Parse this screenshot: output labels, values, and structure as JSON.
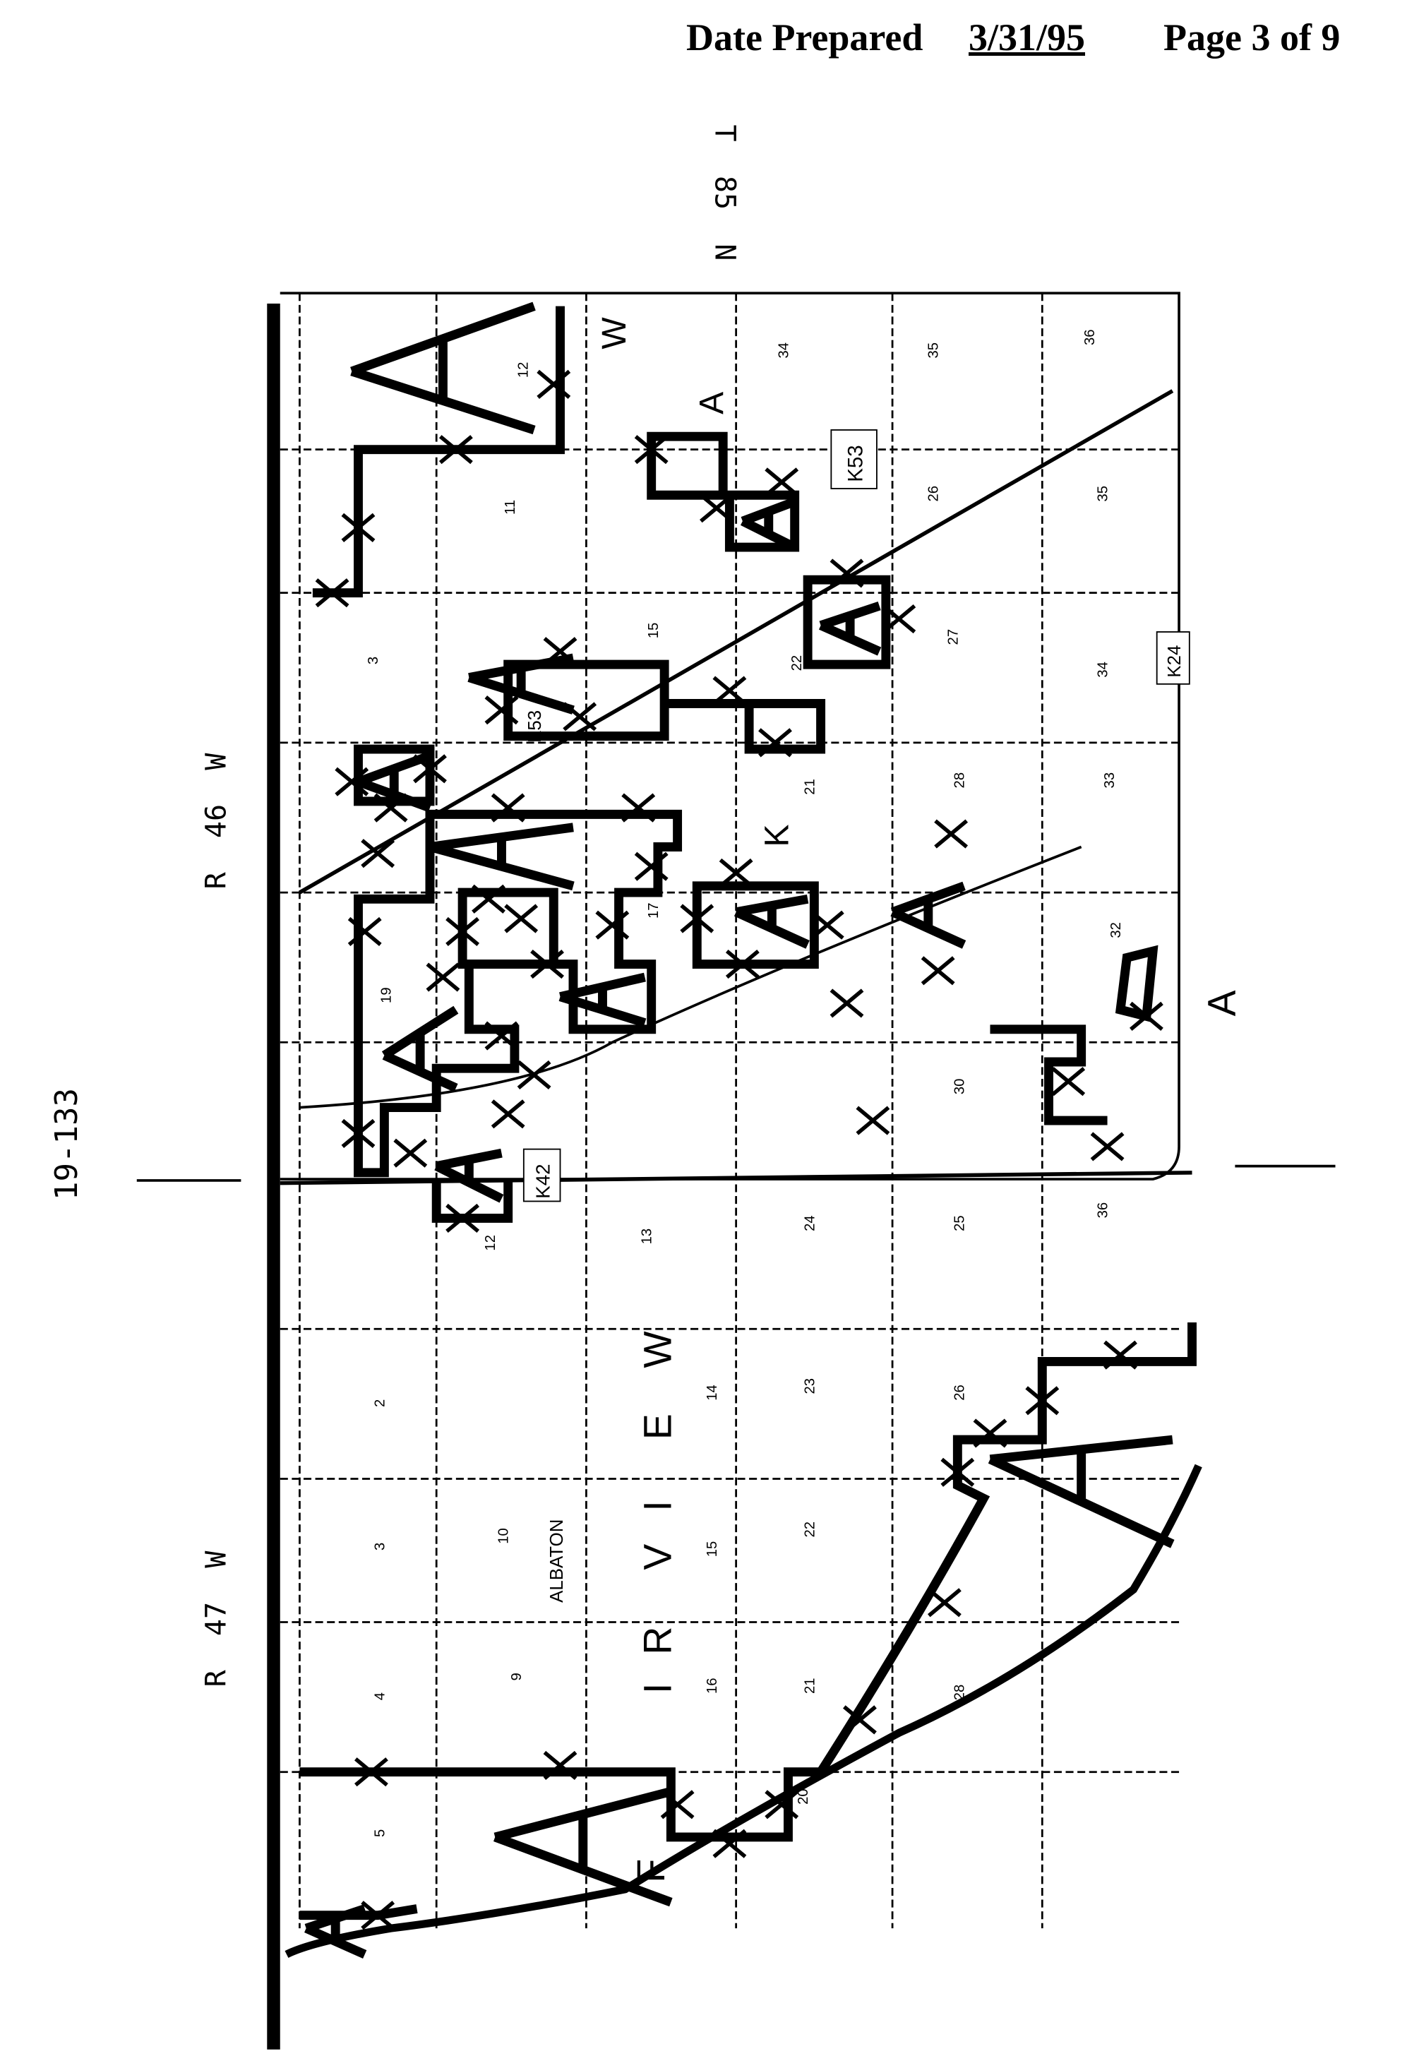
{
  "header": {
    "date_label": "Date Prepared",
    "date_value": "3/31/95",
    "page_label": "Page 3 of  9"
  },
  "margin": {
    "township": "T  85  N",
    "range_upper": "R  46  W",
    "range_lower": "R  47  W",
    "map_id": "19-133"
  },
  "map": {
    "road_labels": [
      "K53",
      "K42",
      "K53",
      "K24"
    ],
    "town": "ALBATON",
    "township_letters": [
      "F",
      "I",
      "R",
      "V",
      "I",
      "E",
      "W"
    ],
    "area_letters": [
      "W",
      "A",
      "K"
    ],
    "zone_marker": "A",
    "section_numbers": [
      "12",
      "11",
      "3",
      "34",
      "35",
      "36",
      "26",
      "35",
      "15",
      "22",
      "27",
      "34",
      "21",
      "28",
      "33",
      "17",
      "32",
      "19",
      "30",
      "12",
      "13",
      "24",
      "25",
      "36",
      "2",
      "14",
      "23",
      "26",
      "3",
      "10",
      "15",
      "22",
      "4",
      "9",
      "16",
      "21",
      "28",
      "5",
      "20"
    ]
  },
  "colors": {
    "ink": "#000000",
    "paper": "#ffffff"
  }
}
